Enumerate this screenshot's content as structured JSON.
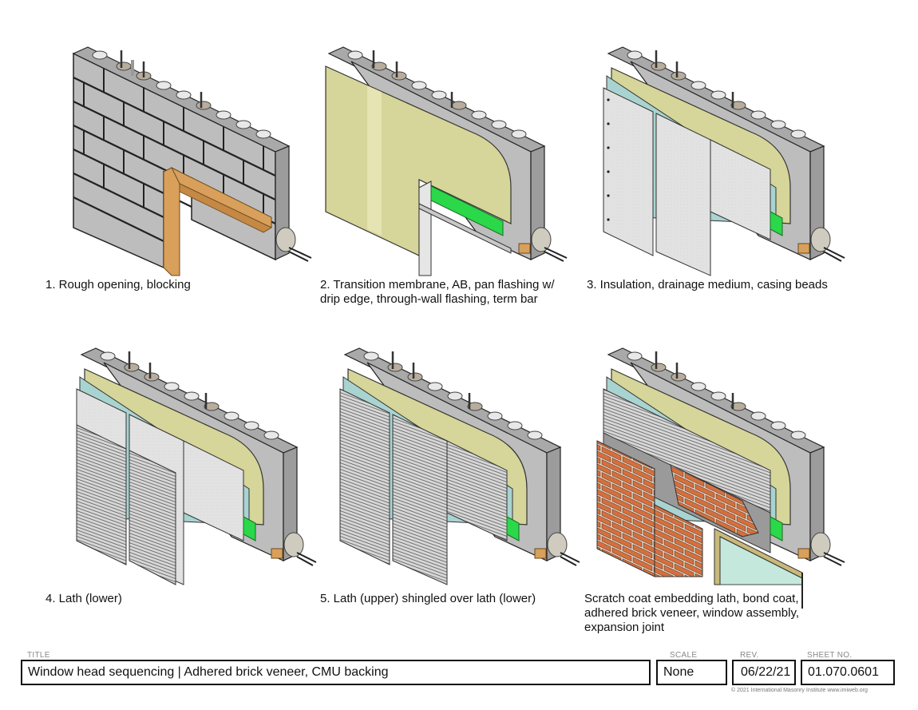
{
  "panels": [
    {
      "id": 1,
      "caption": "1. Rough opening, blocking",
      "layers": [
        "cmu",
        "wood-blocking"
      ]
    },
    {
      "id": 2,
      "caption": "2. Transition membrane, AB, pan flashing w/\ndrip edge, through-wall flashing, term bar",
      "layers": [
        "cmu",
        "air-barrier",
        "pan-flashing",
        "through-wall-flashing",
        "wood-blocking"
      ]
    },
    {
      "id": 3,
      "caption": "3. Insulation, drainage medium, casing beads",
      "layers": [
        "cmu",
        "air-barrier",
        "insulation",
        "drainage-medium",
        "casing-beads",
        "flashing"
      ]
    },
    {
      "id": 4,
      "caption": "4. Lath (lower)",
      "layers": [
        "cmu",
        "air-barrier",
        "insulation",
        "drainage-medium",
        "lath-lower",
        "flashing"
      ]
    },
    {
      "id": 5,
      "caption": "5. Lath (upper) shingled over lath (lower)",
      "layers": [
        "cmu",
        "air-barrier",
        "insulation",
        "drainage-medium",
        "lath-lower",
        "lath-upper",
        "flashing"
      ]
    },
    {
      "id": 6,
      "caption": "Scratch coat embedding lath, bond coat,\nadhered brick veneer, window assembly,\nexpansion joint",
      "layers": [
        "cmu",
        "air-barrier",
        "insulation",
        "lath",
        "scratch-coat",
        "bond-coat",
        "brick-veneer",
        "window",
        "expansion-joint"
      ]
    }
  ],
  "colors": {
    "cmu": "#b9b9b9",
    "cmu_dark": "#8e8e8e",
    "mortar": "#2b2b2b",
    "wood": "#d9a05b",
    "air_barrier": "#d6d59a",
    "insulation": "#a9d3d0",
    "lath": "#dcdcdc",
    "flashing": "#2bd84a",
    "brick": "#d4703e",
    "glass": "#bfe6da"
  },
  "title_block": {
    "title_label": "TITLE",
    "title": "Window head sequencing | Adhered brick veneer, CMU backing",
    "scale_label": "SCALE",
    "scale": "None",
    "rev_label": "REV.",
    "rev": "06/22/21",
    "sheet_label": "SHEET NO.",
    "sheet": "01.070.0601",
    "copyright": "© 2021 International Masonry Institute  www.imiweb.org"
  }
}
